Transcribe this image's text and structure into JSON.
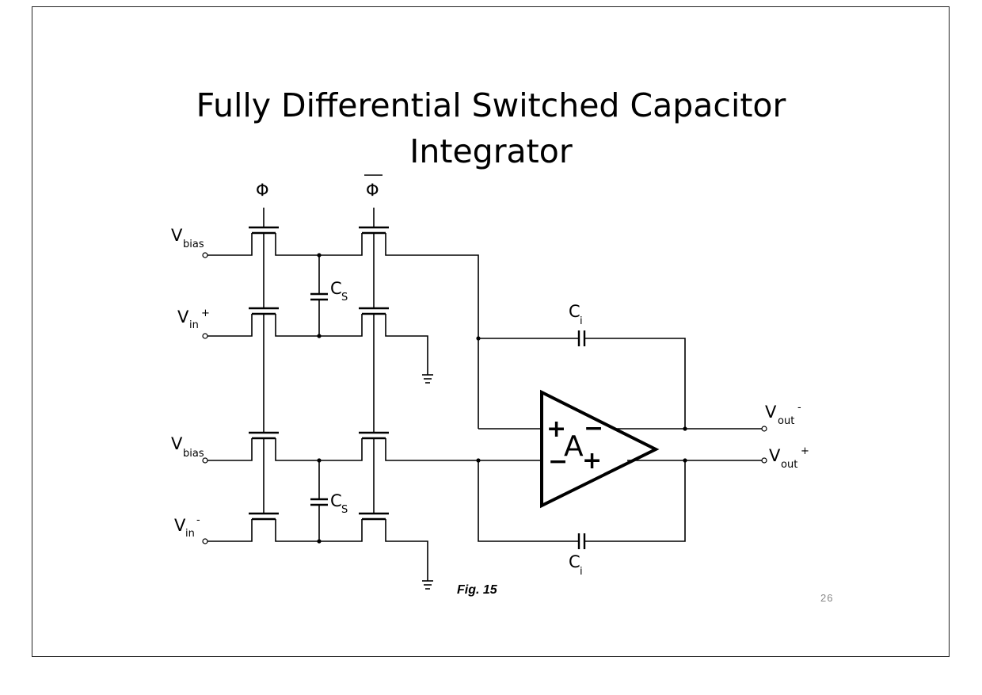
{
  "slide": {
    "title_line1": "Fully Differential Switched Capacitor",
    "title_line2": "Integrator",
    "figure_caption": "Fig. 15",
    "page_number": "26"
  },
  "labels": {
    "phi": "Φ",
    "phi_bar": "Φ",
    "vbias_top": {
      "main": "V",
      "sub": "bias"
    },
    "vin_plus": {
      "main": "V",
      "sub": "in",
      "sup": "+"
    },
    "vbias_bottom": {
      "main": "V",
      "sub": "bias"
    },
    "vin_minus": {
      "main": "V",
      "sub": "in",
      "sup": "-"
    },
    "cs_top": {
      "main": "C",
      "sub": "S"
    },
    "cs_bottom": {
      "main": "C",
      "sub": "S"
    },
    "ci_top": {
      "main": "C",
      "sub": "i"
    },
    "ci_bottom": {
      "main": "C",
      "sub": "i"
    },
    "vout_minus": {
      "main": "V",
      "sub": "out",
      "sup": "-"
    },
    "vout_plus": {
      "main": "V",
      "sub": "out",
      "sup": "+"
    },
    "amp_label": "A",
    "amp_in_plus": "+",
    "amp_in_minus": "−",
    "amp_out_minus": "−",
    "amp_out_plus": "+"
  }
}
